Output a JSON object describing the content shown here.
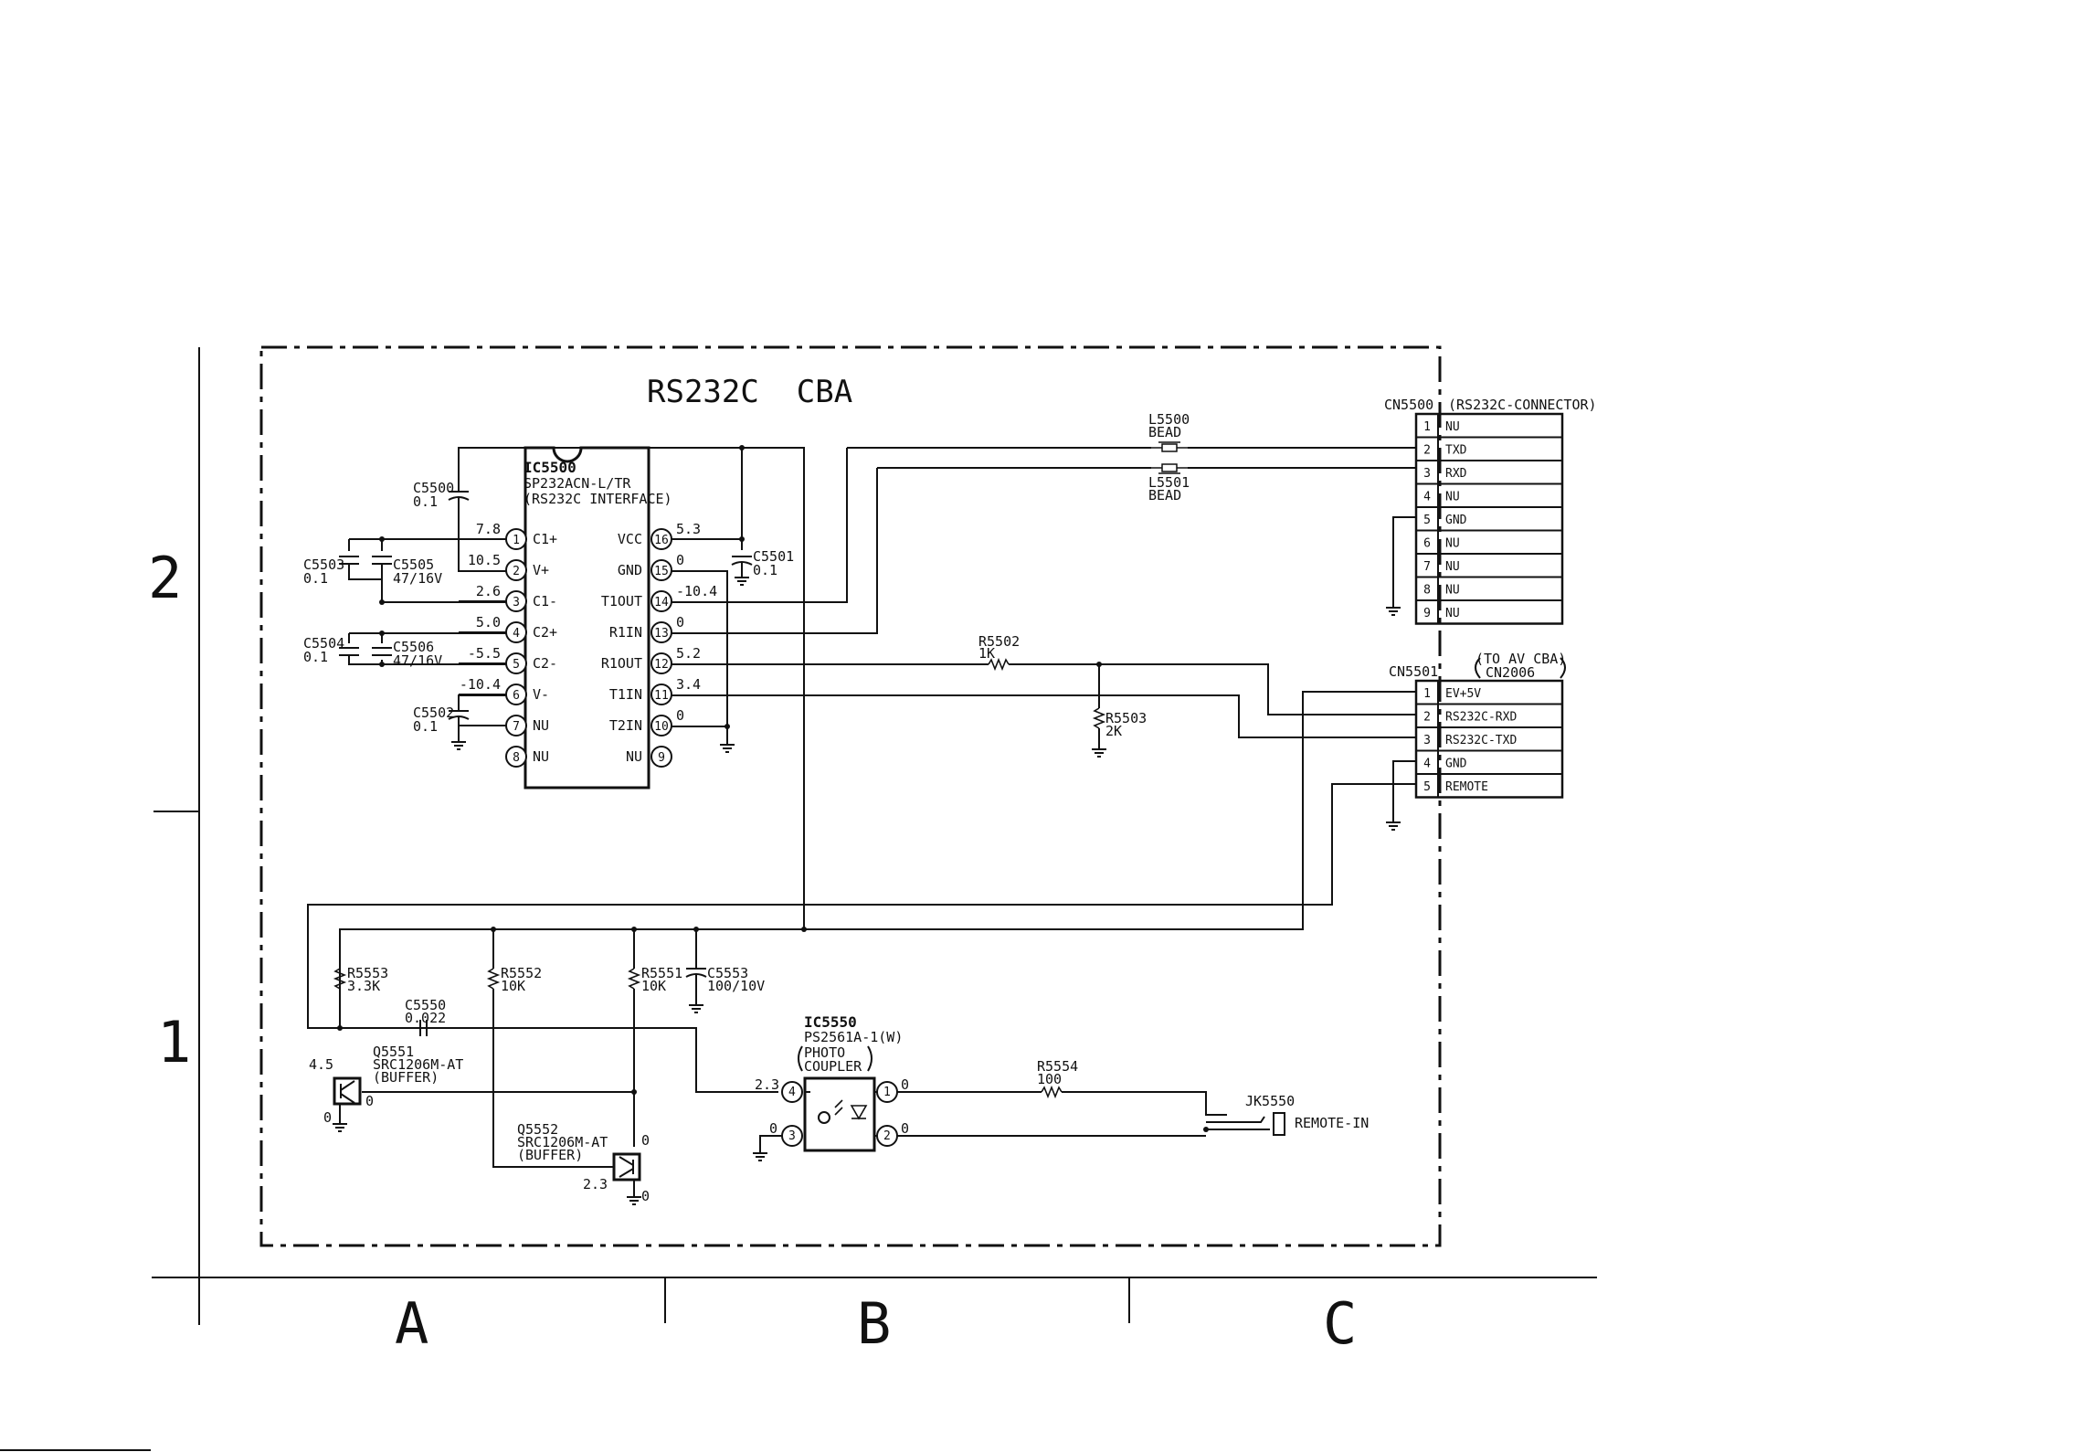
{
  "title": "RS232C  CBA",
  "grid": {
    "rows": [
      "2",
      "1"
    ],
    "cols": [
      "A",
      "B",
      "C"
    ]
  },
  "ic5500": {
    "ref": "IC5500",
    "part": "SP232ACN-L/TR",
    "desc": "(RS232C INTERFACE)",
    "left_pins": [
      {
        "num": "1",
        "name": "C1+",
        "v": "7.8"
      },
      {
        "num": "2",
        "name": "V+",
        "v": "10.5"
      },
      {
        "num": "3",
        "name": "C1-",
        "v": "2.6"
      },
      {
        "num": "4",
        "name": "C2+",
        "v": "5.0"
      },
      {
        "num": "5",
        "name": "C2-",
        "v": "-5.5"
      },
      {
        "num": "6",
        "name": "V-",
        "v": "-10.4"
      },
      {
        "num": "7",
        "name": "NU",
        "v": ""
      },
      {
        "num": "8",
        "name": "NU",
        "v": ""
      }
    ],
    "right_pins": [
      {
        "num": "16",
        "name": "VCC",
        "v": "5.3"
      },
      {
        "num": "15",
        "name": "GND",
        "v": "0"
      },
      {
        "num": "14",
        "name": "T1OUT",
        "v": "-10.4"
      },
      {
        "num": "13",
        "name": "R1IN",
        "v": "0"
      },
      {
        "num": "12",
        "name": "R1OUT",
        "v": "5.2"
      },
      {
        "num": "11",
        "name": "T1IN",
        "v": "3.4"
      },
      {
        "num": "10",
        "name": "T2IN",
        "v": "0"
      },
      {
        "num": "9",
        "name": "NU",
        "v": ""
      }
    ]
  },
  "caps": {
    "c5500": [
      "C5500",
      "0.1"
    ],
    "c5501": [
      "C5501",
      "0.1"
    ],
    "c5502": [
      "C5502",
      "0.1"
    ],
    "c5503": [
      "C5503",
      "0.1"
    ],
    "c5504": [
      "C5504",
      "0.1"
    ],
    "c5505": [
      "C5505",
      "47/16V"
    ],
    "c5506": [
      "C5506",
      "47/16V"
    ],
    "c5550": [
      "C5550",
      "0.022"
    ],
    "c5553": [
      "C5553",
      "100/10V"
    ]
  },
  "beads": {
    "l5500": [
      "L5500",
      "BEAD"
    ],
    "l5501": [
      "L5501",
      "BEAD"
    ]
  },
  "resistors": {
    "r5502": [
      "R5502",
      "1K"
    ],
    "r5503": [
      "R5503",
      "2K"
    ],
    "r5551": [
      "R5551",
      "10K"
    ],
    "r5552": [
      "R5552",
      "10K"
    ],
    "r5553": [
      "R5553",
      "3.3K"
    ],
    "r5554": [
      "R5554",
      "100"
    ]
  },
  "cn5500": {
    "ref": "CN5500",
    "desc": "(RS232C-CONNECTOR)",
    "pins": [
      {
        "num": "1",
        "name": "NU"
      },
      {
        "num": "2",
        "name": "TXD"
      },
      {
        "num": "3",
        "name": "RXD"
      },
      {
        "num": "4",
        "name": "NU"
      },
      {
        "num": "5",
        "name": "GND"
      },
      {
        "num": "6",
        "name": "NU"
      },
      {
        "num": "7",
        "name": "NU"
      },
      {
        "num": "8",
        "name": "NU"
      },
      {
        "num": "9",
        "name": "NU"
      }
    ]
  },
  "cn5501": {
    "ref": "CN5501",
    "desc1": "(TO AV CBA)",
    "desc2": "CN2006",
    "pins": [
      {
        "num": "1",
        "name": "EV+5V"
      },
      {
        "num": "2",
        "name": "RS232C-RXD"
      },
      {
        "num": "3",
        "name": "RS232C-TXD"
      },
      {
        "num": "4",
        "name": "GND"
      },
      {
        "num": "5",
        "name": "REMOTE"
      }
    ]
  },
  "ic5550": {
    "ref": "IC5550",
    "part": "PS2561A-1(W)",
    "desc1": "PHOTO",
    "desc2": "COUPLER",
    "pins": {
      "p1": "1",
      "p2": "2",
      "p3": "3",
      "p4": "4"
    },
    "volts": {
      "p1": "0",
      "p2": "0",
      "p3": "0",
      "p4": "2.3"
    }
  },
  "q5551": {
    "ref": "Q5551",
    "part": "SRC1206M-AT",
    "desc": "(BUFFER)",
    "v_b": "4.5",
    "v_c": "0",
    "v_e": "0"
  },
  "q5552": {
    "ref": "Q5552",
    "part": "SRC1206M-AT",
    "desc": "(BUFFER)",
    "v_c": "0",
    "v_b": "2.3",
    "v_e": "0"
  },
  "jk5550": {
    "ref": "JK5550",
    "name": "REMOTE-IN"
  }
}
